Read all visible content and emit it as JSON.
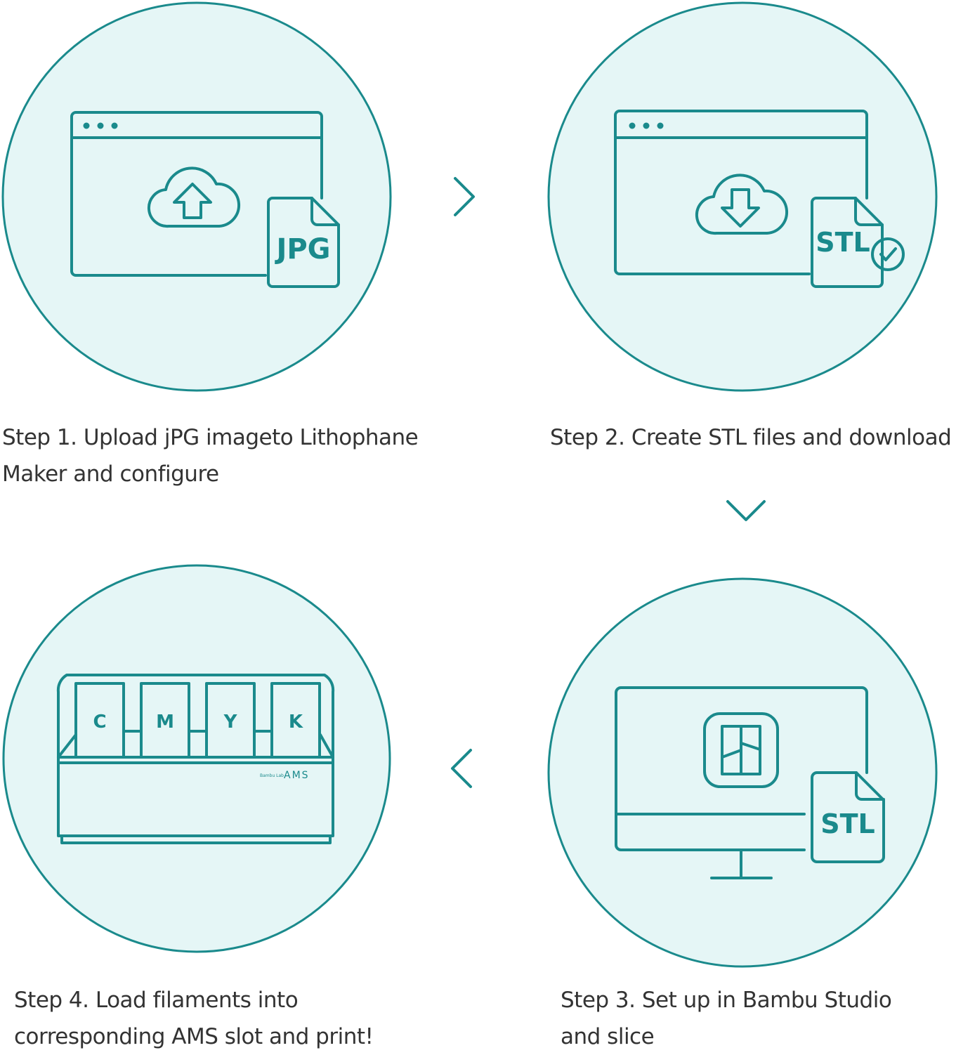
{
  "steps": [
    {
      "label_line1": "Step 1. Upload jPG imageto Lithophane",
      "label_line2": "Maker and configure",
      "file_badge": "JPG"
    },
    {
      "label_line1": "Step 2. Create STL files and download",
      "file_badge": "STL"
    },
    {
      "label_line1": "Step 3. Set up in Bambu Studio",
      "label_line2": "and slice",
      "file_badge": "STL"
    },
    {
      "label_line1": "Step 4. Load filaments into",
      "label_line2": "corresponding AMS slot and print!",
      "slots": [
        "C",
        "M",
        "Y",
        "K"
      ],
      "brand_small": "Bambu Lab",
      "brand": "AMS"
    }
  ],
  "colors": {
    "accent": "#1a8a8c",
    "circle_fill": "#e5f6f6",
    "text": "#333333"
  }
}
